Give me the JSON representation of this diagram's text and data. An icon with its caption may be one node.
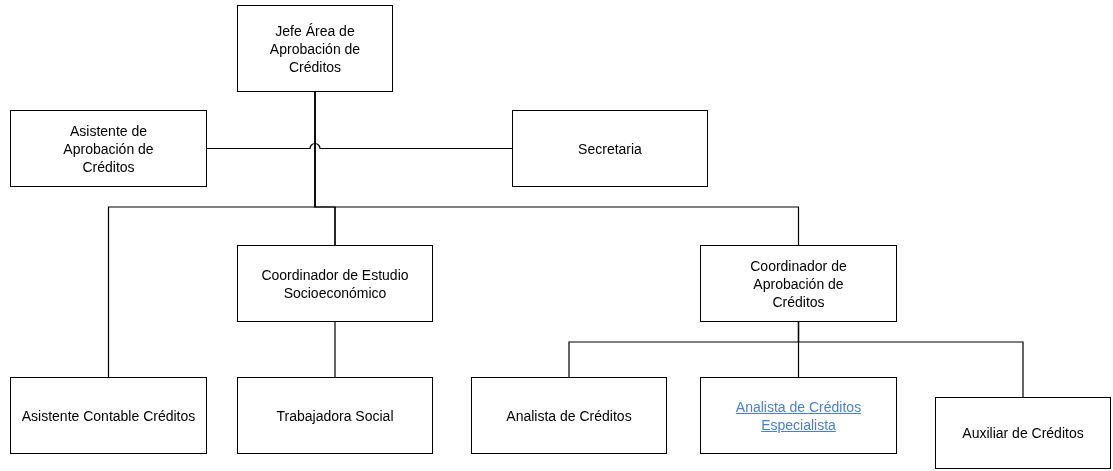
{
  "diagram": {
    "nodes": [
      {
        "text": [
          "Jefe Área de Aprobación de Créditos"
        ]
      },
      {
        "text": [
          "Asistente de Aprobación de Créditos"
        ]
      },
      {
        "text": [
          "Secretaria"
        ]
      },
      {
        "text": [
          "Coordinador de Estudio Socioeconómico"
        ]
      },
      {
        "text": [
          "Coordinador de Aprobación de Créditos"
        ]
      },
      {
        "text": [
          "Asistente Contable Créditos"
        ]
      },
      {
        "text": [
          "Trabajadora Social"
        ]
      },
      {
        "text": [
          "Analista de Créditos"
        ]
      },
      {
        "text": [
          "Analista de Créditos Especialista"
        ]
      },
      {
        "text": [
          "Auxiliar de Créditos"
        ]
      }
    ],
    "edges": [
      {
        "from": 1,
        "to": 2,
        "arrow": "none"
      },
      {
        "from": 0,
        "to": 5,
        "arrow": "none"
      },
      {
        "from": 0,
        "to": 3,
        "arrow": "none"
      },
      {
        "from": 0,
        "to": 4,
        "arrow": "none"
      },
      {
        "from": 3,
        "to": 6,
        "arrow": "none"
      },
      {
        "from": 4,
        "to": 7,
        "arrow": "none"
      },
      {
        "from": 4,
        "to": 8,
        "arrow": "none"
      },
      {
        "from": 4,
        "to": 9,
        "arrow": "none"
      }
    ]
  }
}
